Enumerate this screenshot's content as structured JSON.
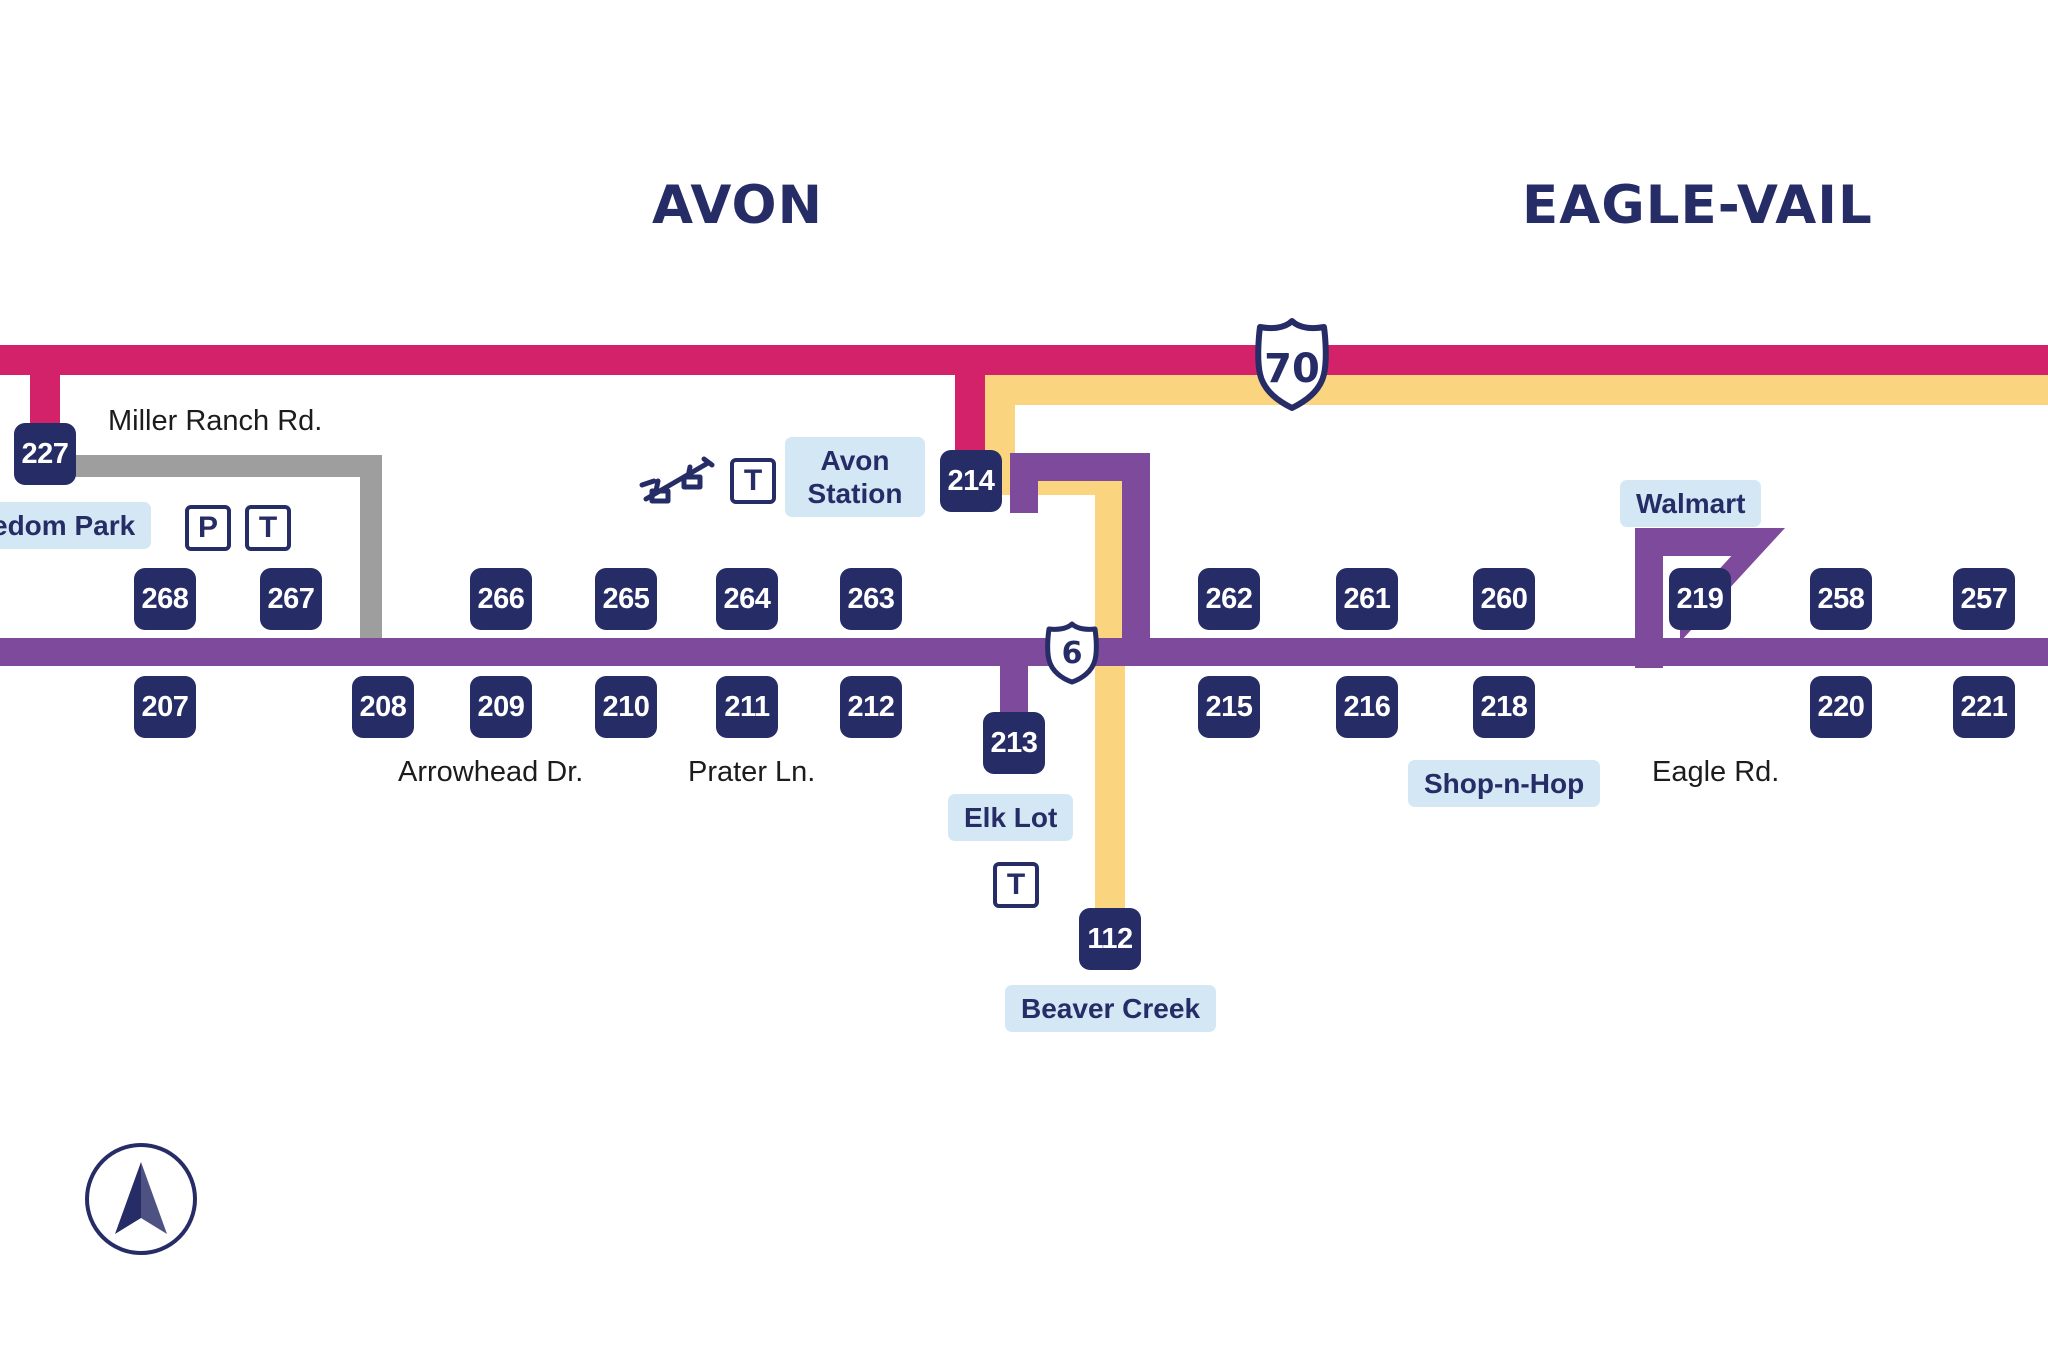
{
  "map": {
    "title": "Avon / Eagle-Vail transit route map",
    "colors": {
      "pink": "#D32269",
      "purple": "#7E4A9B",
      "orange": "#FAD47F",
      "grey": "#9E9E9E",
      "navy": "#262C66",
      "pill_bg": "#D4E7F5",
      "background": "#FFFFFF"
    },
    "regions": [
      {
        "name": "avon",
        "label": "AVON"
      },
      {
        "name": "eagle-vail",
        "label": "EAGLE-VAIL"
      }
    ],
    "stops_upper": [
      {
        "id": "227",
        "label": "227"
      },
      {
        "id": "268",
        "label": "268"
      },
      {
        "id": "267",
        "label": "267"
      },
      {
        "id": "266",
        "label": "266"
      },
      {
        "id": "265",
        "label": "265"
      },
      {
        "id": "264",
        "label": "264"
      },
      {
        "id": "263",
        "label": "263"
      },
      {
        "id": "214",
        "label": "214"
      },
      {
        "id": "262",
        "label": "262"
      },
      {
        "id": "261",
        "label": "261"
      },
      {
        "id": "260",
        "label": "260"
      },
      {
        "id": "219",
        "label": "219"
      },
      {
        "id": "258",
        "label": "258"
      },
      {
        "id": "257",
        "label": "257"
      }
    ],
    "stops_lower": [
      {
        "id": "207",
        "label": "207"
      },
      {
        "id": "208",
        "label": "208"
      },
      {
        "id": "209",
        "label": "209"
      },
      {
        "id": "210",
        "label": "210"
      },
      {
        "id": "211",
        "label": "211"
      },
      {
        "id": "212",
        "label": "212"
      },
      {
        "id": "213",
        "label": "213"
      },
      {
        "id": "215",
        "label": "215"
      },
      {
        "id": "216",
        "label": "216"
      },
      {
        "id": "218",
        "label": "218"
      },
      {
        "id": "220",
        "label": "220"
      },
      {
        "id": "221",
        "label": "221"
      },
      {
        "id": "112",
        "label": "112"
      }
    ],
    "places": [
      {
        "name": "freedom-park",
        "label": "edom Park"
      },
      {
        "name": "avon-station",
        "line1": "Avon",
        "line2": "Station"
      },
      {
        "name": "walmart",
        "label": "Walmart"
      },
      {
        "name": "elk-lot",
        "label": "Elk Lot"
      },
      {
        "name": "shop-n-hop",
        "label": "Shop-n-Hop"
      },
      {
        "name": "beaver-creek",
        "label": "Beaver Creek"
      }
    ],
    "streets": [
      {
        "name": "miller-ranch-rd",
        "label": "Miller Ranch Rd."
      },
      {
        "name": "arrowhead-dr",
        "label": "Arrowhead Dr."
      },
      {
        "name": "prater-ln",
        "label": "Prater Ln."
      },
      {
        "name": "eagle-rd",
        "label": "Eagle Rd."
      }
    ],
    "facility_icons": [
      {
        "name": "parking",
        "label": "P"
      },
      {
        "name": "transit-freedom-park",
        "label": "T"
      },
      {
        "name": "transit-avon-station",
        "label": "T"
      },
      {
        "name": "transit-elk-lot",
        "label": "T"
      }
    ],
    "highways": [
      {
        "name": "interstate-70",
        "label": "70",
        "type": "interstate"
      },
      {
        "name": "us-route-6",
        "label": "6",
        "type": "us-route"
      }
    ]
  }
}
